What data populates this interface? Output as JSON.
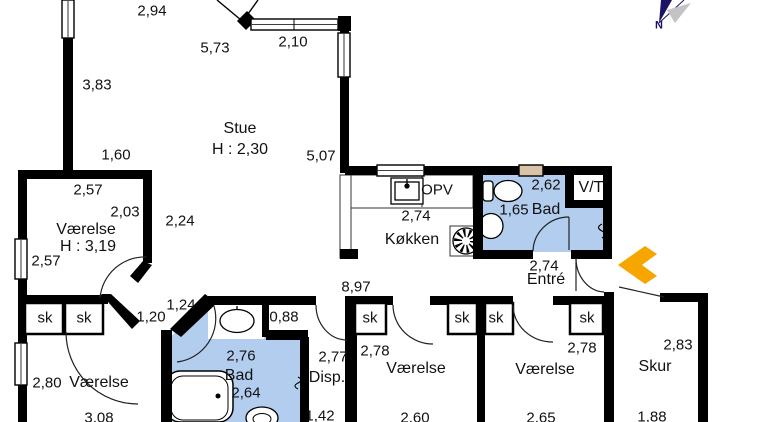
{
  "plan": {
    "type": "residential-floor-plan",
    "language": "da",
    "compass_label": "N",
    "closet_label": "sk",
    "colors": {
      "wall": "#000000",
      "bath_fill": "#b3cdee",
      "entrance_arrow": "#f7a600",
      "compass": "#1b1464",
      "vent_window": "#d8c2a8",
      "background": "#ffffff"
    },
    "rooms": [
      {
        "name": "Stue",
        "ceiling_height": "H : 2,30",
        "dims": [
          "2,94",
          "5,73",
          "2,10",
          "3,83",
          "5,07",
          "1,60"
        ]
      },
      {
        "name": "Værelse",
        "ceiling_height": "H : 3,19",
        "dims": [
          "2,57",
          "2,03",
          "2,57",
          "2,24"
        ]
      },
      {
        "name": "Køkken",
        "dims": [
          "2,74"
        ],
        "features": [
          "OPV"
        ]
      },
      {
        "name": "Bad",
        "dims": [
          "2,62",
          "1,65"
        ]
      },
      {
        "name": "V/T"
      },
      {
        "name": "Entré",
        "dims": [
          "2,74"
        ]
      },
      {
        "name": "Bad",
        "dims": [
          "2,76",
          "2,64",
          "0,88",
          "1,24"
        ]
      },
      {
        "name": "Disp.",
        "dims": [
          "2,77",
          "1,42"
        ]
      },
      {
        "name": "Værelse",
        "dims": [
          "2,80",
          "3,08"
        ]
      },
      {
        "name": "Værelse",
        "dims": [
          "2,78",
          "2,60"
        ]
      },
      {
        "name": "Værelse",
        "dims": [
          "2,78",
          "2,65"
        ]
      },
      {
        "name": "Skur",
        "dims": [
          "2,83",
          "1,88"
        ]
      }
    ],
    "hall_dims": [
      "8,97",
      "1,20"
    ],
    "labels": [
      {
        "t": "2,94"
      },
      {
        "t": "5,73"
      },
      {
        "t": "2,10"
      },
      {
        "t": "3,83"
      },
      {
        "t": "Stue"
      },
      {
        "t": "H : 2,30"
      },
      {
        "t": "5,07"
      },
      {
        "t": "1,60"
      },
      {
        "t": "2,57"
      },
      {
        "t": "2,03"
      },
      {
        "t": "Værelse"
      },
      {
        "t": "H : 3,19"
      },
      {
        "t": "2,57"
      },
      {
        "t": "2,24"
      },
      {
        "t": "OPV"
      },
      {
        "t": "2,74"
      },
      {
        "t": "Køkken"
      },
      {
        "t": "2,62"
      },
      {
        "t": "V/T"
      },
      {
        "t": "1,65"
      },
      {
        "t": "Bad"
      },
      {
        "t": "2,74"
      },
      {
        "t": "Entré"
      },
      {
        "t": "8,97"
      },
      {
        "t": "sk"
      },
      {
        "t": "sk"
      },
      {
        "t": "1,20"
      },
      {
        "t": "1,24"
      },
      {
        "t": "0,88"
      },
      {
        "t": "2,76"
      },
      {
        "t": "Bad"
      },
      {
        "t": "2,64"
      },
      {
        "t": "2,77"
      },
      {
        "t": "Disp."
      },
      {
        "t": "1,42"
      },
      {
        "t": "2,80"
      },
      {
        "t": "Værelse"
      },
      {
        "t": "3,08"
      },
      {
        "t": "sk"
      },
      {
        "t": "2,78"
      },
      {
        "t": "Værelse"
      },
      {
        "t": "2,60"
      },
      {
        "t": "sk"
      },
      {
        "t": "sk"
      },
      {
        "t": "sk"
      },
      {
        "t": "2,78"
      },
      {
        "t": "Værelse"
      },
      {
        "t": "2,65"
      },
      {
        "t": "2,83"
      },
      {
        "t": "Skur"
      },
      {
        "t": "1,88"
      },
      {
        "t": "N"
      }
    ]
  }
}
